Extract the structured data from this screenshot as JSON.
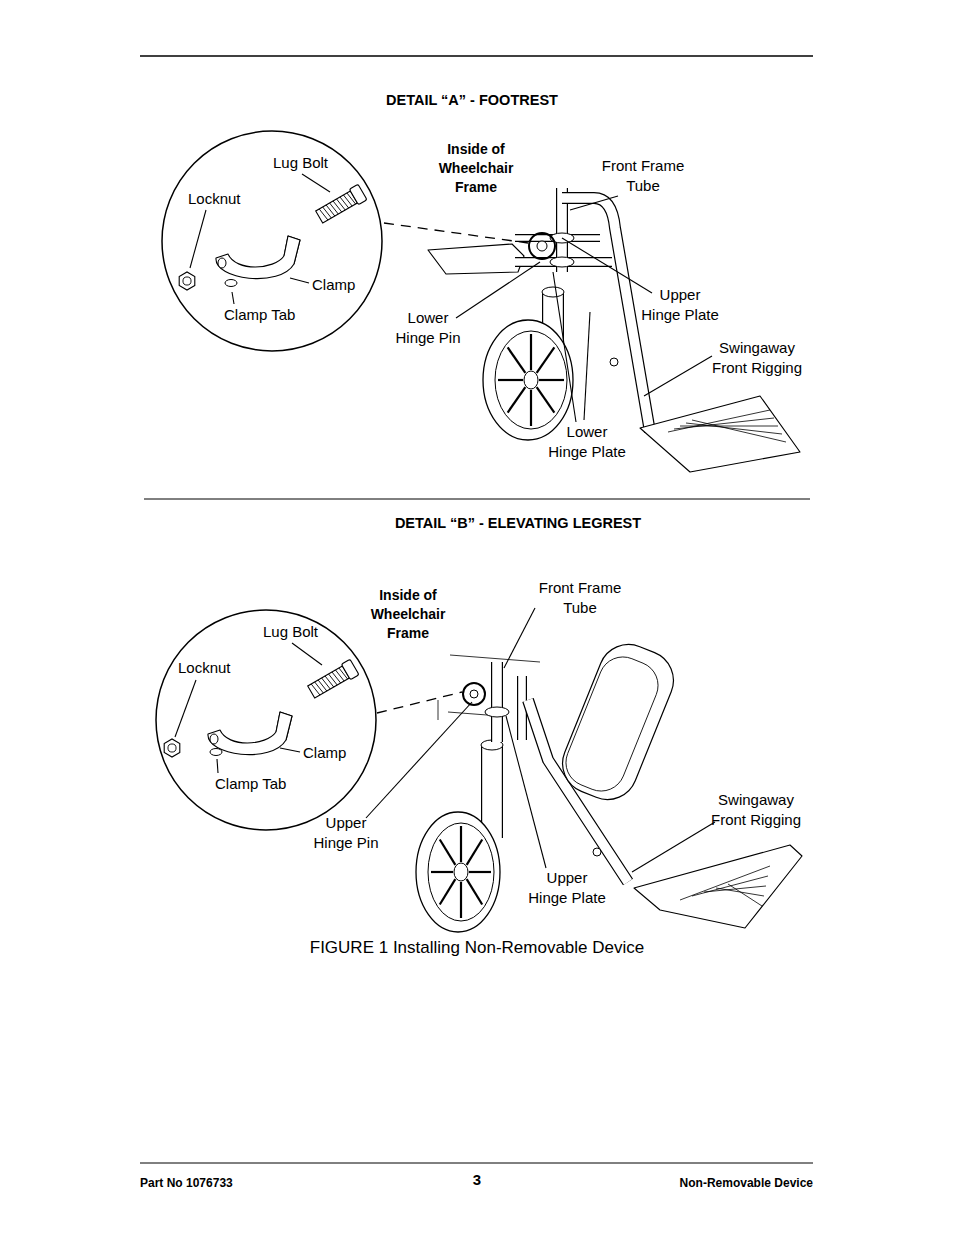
{
  "diagram": {
    "caption": "FIGURE 1 Installing Non-Removable Device",
    "labels": [
      "DETAIL “A” - FOOTREST",
      "Lug Bolt",
      "Locknut",
      "Clamp",
      "Clamp Tab",
      "Inside of Wheelchair Frame",
      "Front Frame Tube",
      "Upper Hinge Plate",
      "Lower Hinge Pin",
      "Swingaway Front Rigging",
      "Lower Hinge Plate",
      "DETAIL “B” - ELEVATING LEGREST",
      "Inside of Wheelchair Frame",
      "Lug Bolt",
      "Front Frame Tube",
      "Locknut",
      "Clamp",
      "Clamp Tab",
      "Swingaway Front Rigging",
      "Upper Hinge Pin",
      "Upper Hinge Plate",
      "Part No 1076733",
      "3",
      "Non-Removable Device"
    ]
  }
}
